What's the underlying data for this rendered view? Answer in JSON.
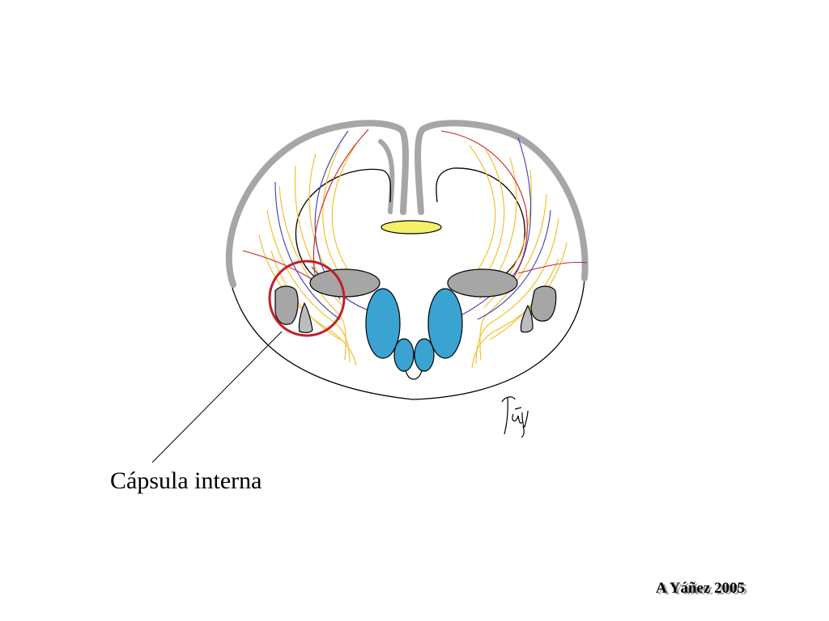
{
  "diagram": {
    "label": "Cápsula interna",
    "credit": "A Yáñez 2005",
    "signature_text": "Yáñ",
    "colors": {
      "cortex_outline": "#a6a6a6",
      "fornix": "#f5f06a",
      "thalamus": "#a6a6a6",
      "basal_ganglia": "#3aa3d1",
      "highlight_circle": "#c0202a",
      "fiber_yellow": "#f2c230",
      "fiber_blue": "#3b3bb8",
      "fiber_red": "#c8202a",
      "background": "#ffffff"
    }
  }
}
